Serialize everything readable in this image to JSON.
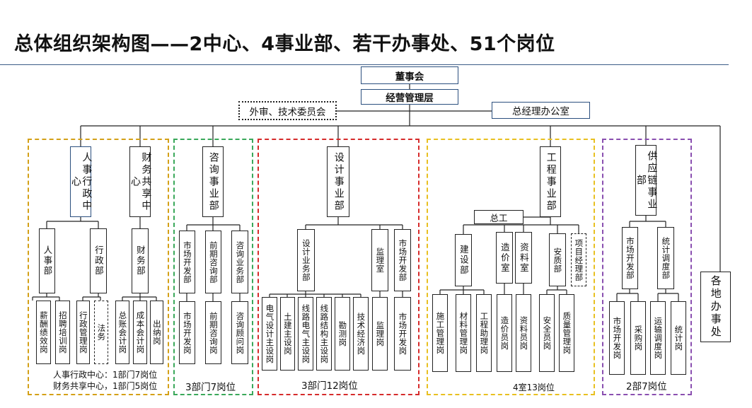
{
  "title": "总体组织架构图——2中心、4事业部、若干办事处、51个岗位",
  "top": {
    "board": "董事会",
    "management": "经营管理层",
    "committee": "外审、技术委员会",
    "gm_office": "总经理办公室"
  },
  "groups": {
    "hr_finance": {
      "hr_center": "人事行政中心",
      "hr_dept": "人事部",
      "admin_dept": "行政部",
      "salary": "薪酬绩效岗",
      "recruit": "招聘培训岗",
      "admin_mgmt": "行政管理岗",
      "legal": "法务",
      "fin_center": "财务共享中心",
      "fin_dept": "财务部",
      "ledger": "总账会计岗",
      "cost_acc": "成本会计岗",
      "cashier": "出纳岗",
      "summary_hr": "人事行政中心：1部门7岗位",
      "summary_fin": "财务共享中心，1部门5岗位",
      "color": "#d4a017"
    },
    "consult": {
      "unit": "咨询事业部",
      "market_dept": "市场开发部",
      "pre_consult": "前期咨询部",
      "biz_dept": "咨询业务部",
      "market_post": "市场开发岗",
      "pre_post": "前期咨询岗",
      "advisor_post": "咨询顾问岗",
      "summary": "3部门7岗位",
      "color": "#3aa85a"
    },
    "design": {
      "unit": "设计事业部",
      "design_biz": "设计业务部",
      "supervision": "监理室",
      "market_dept": "市场开发部",
      "elec_lead": "电气设计主设岗",
      "civil_lead": "土建主设岗",
      "line_elec": "线路电气主设岗",
      "line_struct": "线路结构主设岗",
      "survey": "勘测岗",
      "tech_econ": "技术经济岗",
      "super_post": "监理岗",
      "market_post": "市场开发岗",
      "summary": "3部门12岗位",
      "color": "#d62b2b"
    },
    "engineering": {
      "unit": "工程事业部",
      "chief_eng": "总工",
      "build_dept": "建设部",
      "cost_office": "造价室",
      "data_office": "资料室",
      "safety_dept": "安质部",
      "pm": "项目经理部",
      "construct_mgr": "施工管理岗",
      "material_mgr": "材料管理岗",
      "eng_assist": "工程助理岗",
      "cost_post": "造价员岗",
      "data_post": "资料员岗",
      "safety_post": "安全员岗",
      "quality_post": "质量管理岗",
      "summary": "4室13岗位",
      "color": "#e8c020"
    },
    "supply": {
      "unit": "供应链事业部",
      "market_dept": "市场开发部",
      "stat_dept": "统计调度部",
      "market_post": "市场开发岗",
      "purchase": "采购岗",
      "transport": "运输调度岗",
      "stat_post": "统计岗",
      "summary": "2部7岗位",
      "color": "#8a4fb0"
    },
    "offices": "各地办事处"
  }
}
